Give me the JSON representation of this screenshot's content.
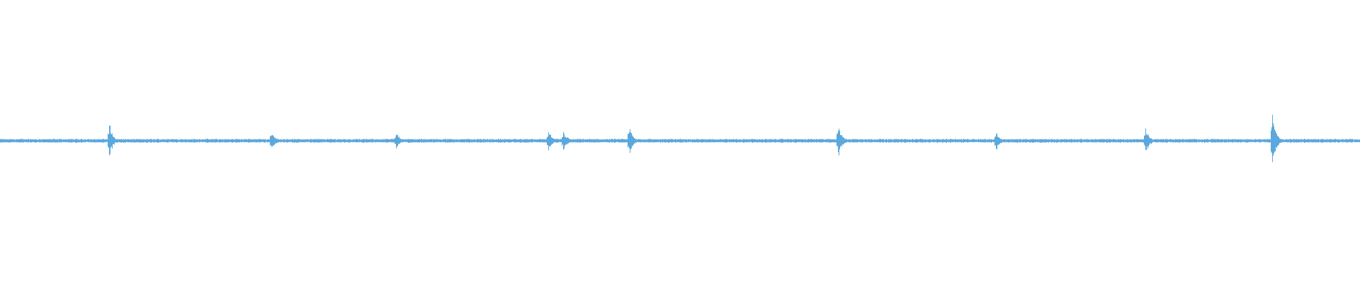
{
  "waveform": {
    "color": "#5ba8dd",
    "background": "#ffffff",
    "bursts": [
      {
        "position": 0.08,
        "amplitude": 0.17
      },
      {
        "position": 0.199,
        "amplitude": 0.1
      },
      {
        "position": 0.291,
        "amplitude": 0.08
      },
      {
        "position": 0.403,
        "amplitude": 0.09
      },
      {
        "position": 0.414,
        "amplitude": 0.1
      },
      {
        "position": 0.462,
        "amplitude": 0.15
      },
      {
        "position": 0.616,
        "amplitude": 0.17
      },
      {
        "position": 0.732,
        "amplitude": 0.1
      },
      {
        "position": 0.842,
        "amplitude": 0.14
      },
      {
        "position": 0.935,
        "amplitude": 0.27
      }
    ]
  }
}
